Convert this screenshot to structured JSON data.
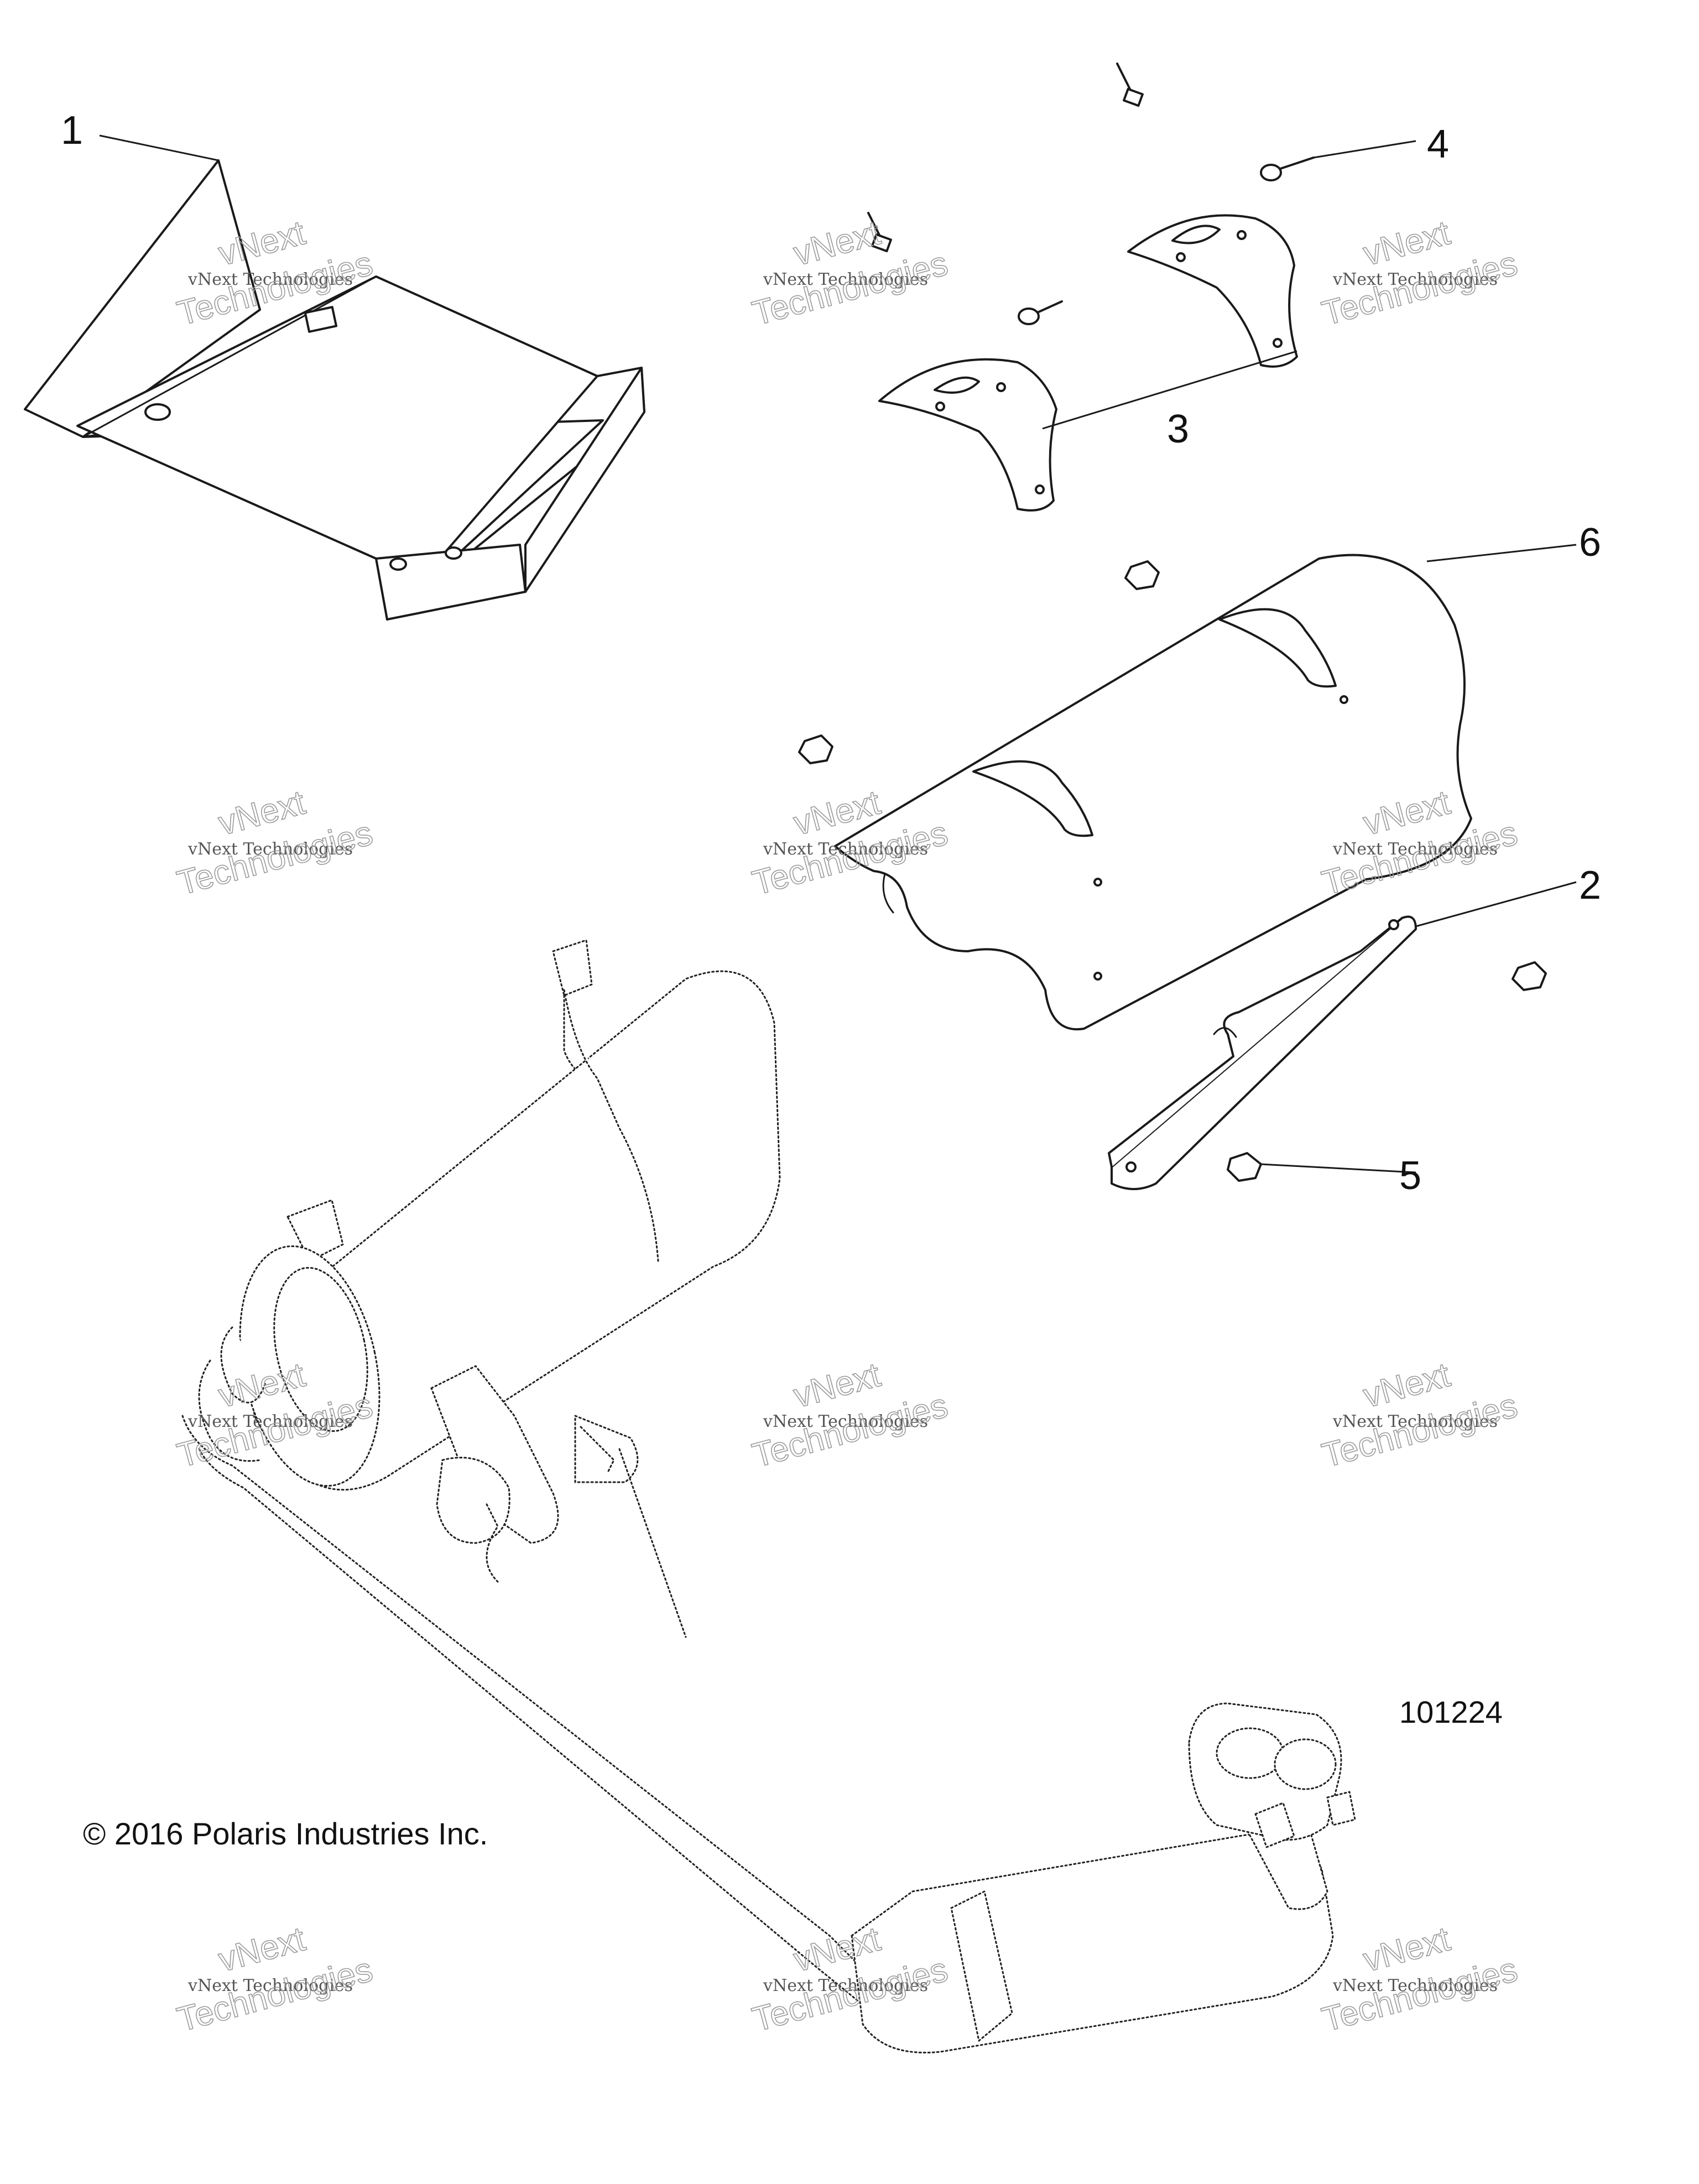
{
  "callouts": {
    "c1": "1",
    "c2": "2",
    "c3": "3",
    "c4": "4",
    "c5": "5",
    "c6": "6"
  },
  "figure_number": "101224",
  "copyright": "© 2016 Polaris Industries Inc.",
  "watermark": {
    "line_small": "vNext Technologies",
    "line_big": "Technologies",
    "line_top": "vNext"
  }
}
